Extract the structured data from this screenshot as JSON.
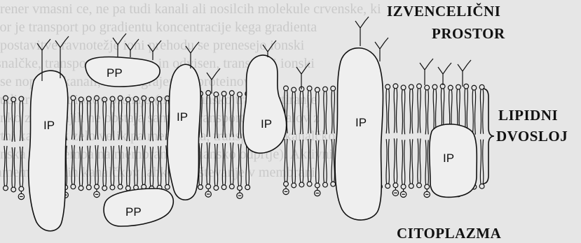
{
  "labels": {
    "extracellular_line1": "IZVENCELIČNI",
    "extracellular_line2": "PROSTOR",
    "bilayer_line1": "LIPIDNI",
    "bilayer_line2": "DVOSLOJ",
    "cytoplasm": "CITOPLAZMA"
  },
  "proteins": {
    "ip_1": "IP",
    "ip_2": "IP",
    "ip_3": "IP",
    "ip_4": "IP",
    "ip_5": "IP",
    "pp_top": "PP",
    "pp_bottom": "PP"
  },
  "background_text_lines": [
    "rener vmasni ce, ne pa tudi kanali ali nosilcih molekule crvenske, ki",
    "tor je transport po gradientu koncentracije kega gradienta",
    "postavitve ravnotežje ioni prehodu se prenesejo ionski",
    "snalčke, transport je pasiven in odvisen, transporti ionski",
    "se nopusni kanali, ki so zgrajeni iz proteinov, ki",
    "tudi transport ionov prehaja (membransko transportiranje",
    "nko zaradi njih ne obstaja samo iz transportnih kanalov z",
    "rtni kanalček zelo velik pa membrana, transportnih kanalčkov",
    "nska sprememba na membrani (mehansko odprtje). Aktivni",
    "amembranskih kanalčkov lahko upoštevanje v membrani"
  ],
  "colors": {
    "ink": "#111111",
    "protein_fill": "#efefef",
    "paper": "#e6e6e6"
  }
}
